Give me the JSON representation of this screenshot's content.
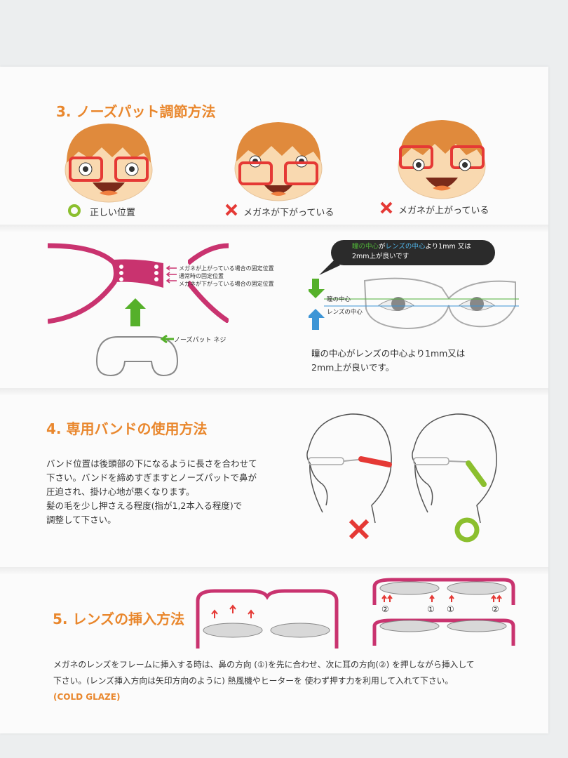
{
  "section3": {
    "title": "3. ノーズパット調節方法",
    "captions": [
      {
        "mark": "○",
        "text": "正しい位置"
      },
      {
        "mark": "✕",
        "text": "メガネが下がっている"
      },
      {
        "mark": "✕",
        "text": "メガネが上がっている"
      }
    ],
    "frame_labels": [
      "メガネが上がっている場合の固定位置",
      "通常時の固定位置",
      "メガネが下がっている場合の固定位置"
    ],
    "screw_label": "ノーズパット ネジ",
    "callout_part1": "瞳の中心",
    "callout_part2": "が",
    "callout_part3": "レンズの中心",
    "callout_part4": "より1mm 又は",
    "callout_line2": "2mm上が良いです",
    "pupil_label": "瞳の中心",
    "lens_label": "レンズの中心",
    "note_line1": "瞳の中心がレンズの中心より1mm又は",
    "note_line2": "2mm上が良いです。"
  },
  "section4": {
    "title": "4. 専用バンドの使用方法",
    "lines": [
      "バンド位置は後頭部の下になるように長さを合わせて",
      "下さい。バンドを締めすぎますとノーズパットで鼻が",
      "圧迫され、掛け心地が悪くなります。",
      "髪の毛を少し押さえる程度(指が1,2本入る程度)で",
      " 調整して下さい。"
    ]
  },
  "section5": {
    "title": "5. レンズの挿入方法",
    "nums": [
      "②",
      "①",
      "①",
      "②"
    ],
    "line1": "メガネのレンズをフレームに挿入する時は、鼻の方向 (①)を先に合わせ、次に耳の方向(②) を押しながら挿入して",
    "line2": "下さい。(レンズ挿入方向は矢印方向のように) 熱風機やヒーターを 使わず押す力を利用して入れて下さい。",
    "line3": "(COLD GLAZE)"
  },
  "colors": {
    "accent": "#e9872d",
    "frame": "#c9336f",
    "red": "#e53935",
    "green": "#8bbf2e",
    "blue": "#3d95d6"
  }
}
